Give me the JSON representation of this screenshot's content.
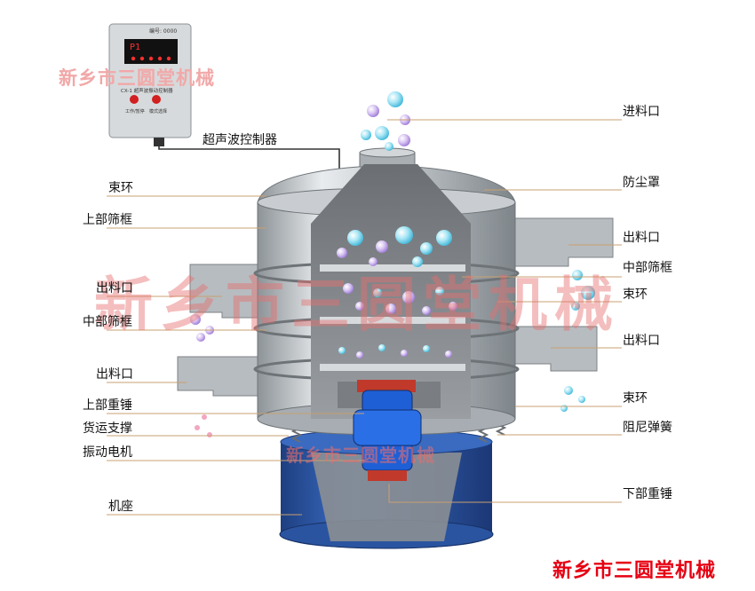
{
  "controller": {
    "model_text": "编号: 0000",
    "display_text": "P1",
    "panel_text": "CX-1 超声波振动控制器",
    "btn_left_label": "工作/暂停",
    "btn_right_label": "模式选择"
  },
  "labels": {
    "inlet": "进料口",
    "controller": "超声波控制器",
    "clamp_ring_top_left": "束环",
    "dust_cover": "防尘罩",
    "upper_frame": "上部筛框",
    "outlet_right_1": "出料口",
    "middle_frame_right": "中部筛框",
    "outlet_left_1": "出料口",
    "clamp_ring_right_1": "束环",
    "middle_frame_left": "中部筛框",
    "outlet_right_2": "出料口",
    "outlet_left_2": "出料口",
    "clamp_ring_right_2": "束环",
    "upper_weight": "上部重锤",
    "damping_spring": "阻尼弹簧",
    "support": "货运支撑",
    "motor": "振动电机",
    "lower_weight": "下部重锤",
    "base": "机座"
  },
  "watermarks": {
    "top": "新乡市三圆堂机械",
    "middle": "新乡市三圆堂机械",
    "small": "新乡市三圆堂机械"
  },
  "brand": "新乡市三圆堂机械",
  "colors": {
    "steel": "#c9cdd1",
    "base_blue": "#2f5fb0",
    "motor_blue": "#1f5fd6",
    "weight_red": "#c0392b",
    "brand_red": "#e60012",
    "leader_line": "#c8a070"
  }
}
